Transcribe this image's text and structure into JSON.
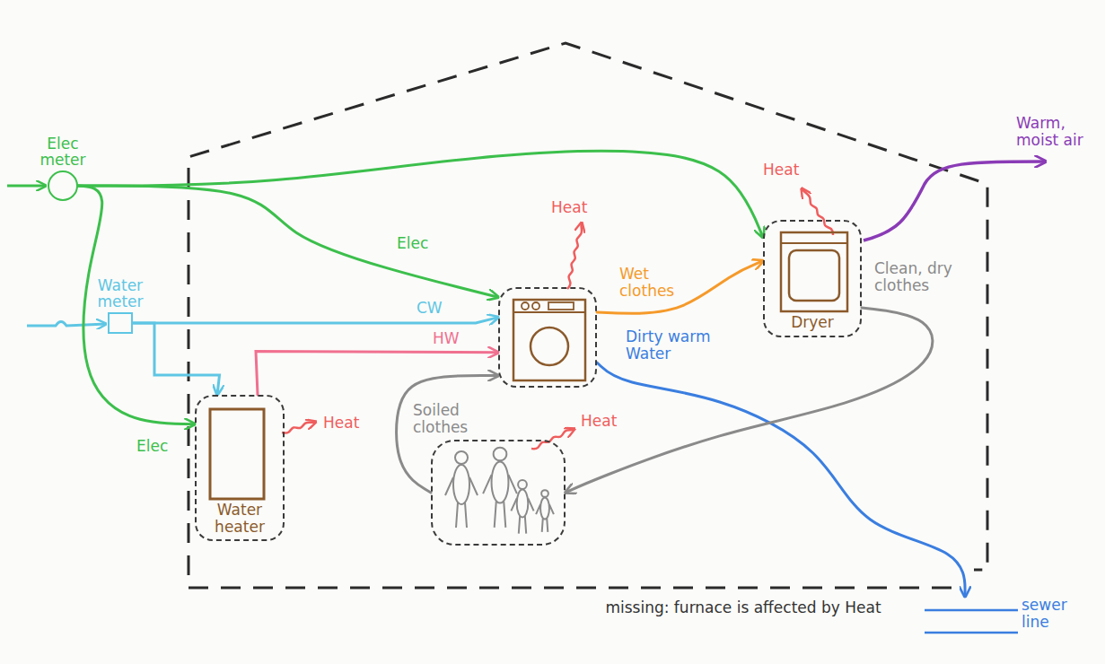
{
  "diagram": {
    "nodes": [
      {
        "text": [
          "Elec meter"
        ]
      },
      {
        "text": [
          "Water meter"
        ]
      },
      {
        "text": []
      },
      {
        "text": [
          "Dryer"
        ]
      },
      {
        "text": [
          "Water heater"
        ]
      },
      {
        "text": []
      },
      {
        "text": [
          "sewer line"
        ]
      }
    ],
    "edges": [
      {
        "from": 0,
        "to": 3,
        "arrow": "to"
      },
      {
        "from": 0,
        "to": 2,
        "label": "Elec",
        "arrow": "to"
      },
      {
        "from": 0,
        "to": 4,
        "label": "Elec",
        "arrow": "to"
      },
      {
        "from": 1,
        "to": 2,
        "label": "CW",
        "arrow": "to"
      },
      {
        "from": 1,
        "to": 4,
        "arrow": "to"
      },
      {
        "from": 4,
        "to": 2,
        "label": "HW",
        "arrow": "to"
      },
      {
        "from": 2,
        "to": 3,
        "label": "Wet clothes",
        "arrow": "to"
      },
      {
        "from": 2,
        "to": 6,
        "label": "Dirty warm Water",
        "arrow": "to"
      },
      {
        "from": 3,
        "to": 5,
        "label": "Clean, dry clothes",
        "arrow": "to"
      },
      {
        "from": 5,
        "to": 2,
        "label": "Soiled clothes",
        "arrow": "to"
      }
    ],
    "labels": [
      "Heat",
      "Heat",
      "Heat",
      "Heat",
      "Warm, moist air",
      "missing: furnace is affected by Heat"
    ]
  }
}
